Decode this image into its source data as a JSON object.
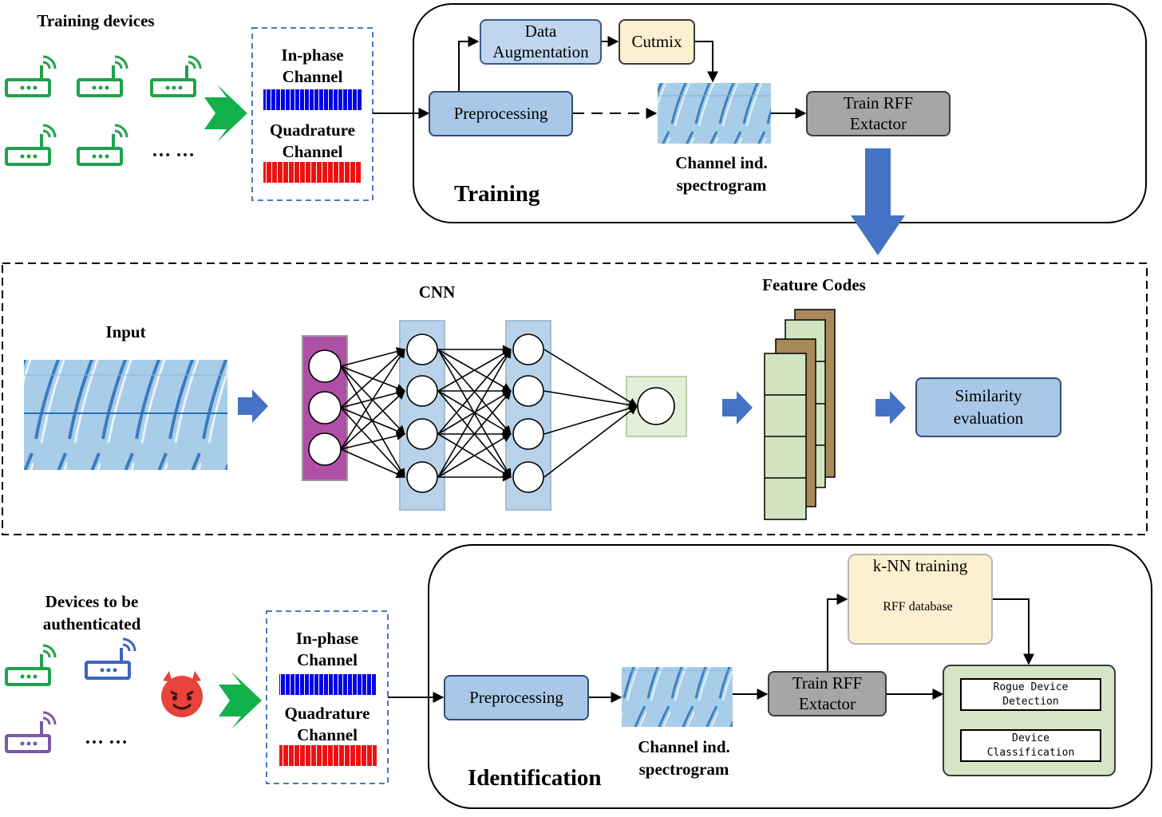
{
  "training": {
    "devices_title": "Training devices",
    "ellipsis": "… …",
    "iq": {
      "inphase": "In-phase\nChannel",
      "quadrature": "Quadrature\nChannel"
    },
    "preprocessing": "Preprocessing",
    "data_aug": "Data\nAugmentation",
    "cutmix": "Cutmix",
    "spectrogram_label": "Channel ind.\nspectrogram",
    "train_rff": "Train RFF\nExtactor",
    "section_title": "Training"
  },
  "cnn": {
    "input_label": "Input",
    "cnn_label": "CNN",
    "feature_codes": "Feature Codes",
    "similarity": "Similarity\nevaluation"
  },
  "identification": {
    "devices_title": "Devices to be\nauthenticated",
    "ellipsis": "… …",
    "iq": {
      "inphase": "In-phase\nChannel",
      "quadrature": "Quadrature\nChannel"
    },
    "preprocessing": "Preprocessing",
    "spectrogram_label": "Channel ind.\nspectrogram",
    "train_rff": "Train RFF\nExtactor",
    "knn_title": "k-NN training",
    "rff_db": "RFF database",
    "rogue": "Rogue Device\nDetection",
    "classification": "Device\nClassification",
    "section_title": "Identification"
  },
  "colors": {
    "router_green": "#1fa24a",
    "router_blue": "#3a64c0",
    "router_purple": "#7a5aa6",
    "arrow_green": "#12b04a",
    "arrow_blue": "#4472c4",
    "inphase_blue": "#0000e6",
    "quadrature_red": "#ee1111"
  }
}
